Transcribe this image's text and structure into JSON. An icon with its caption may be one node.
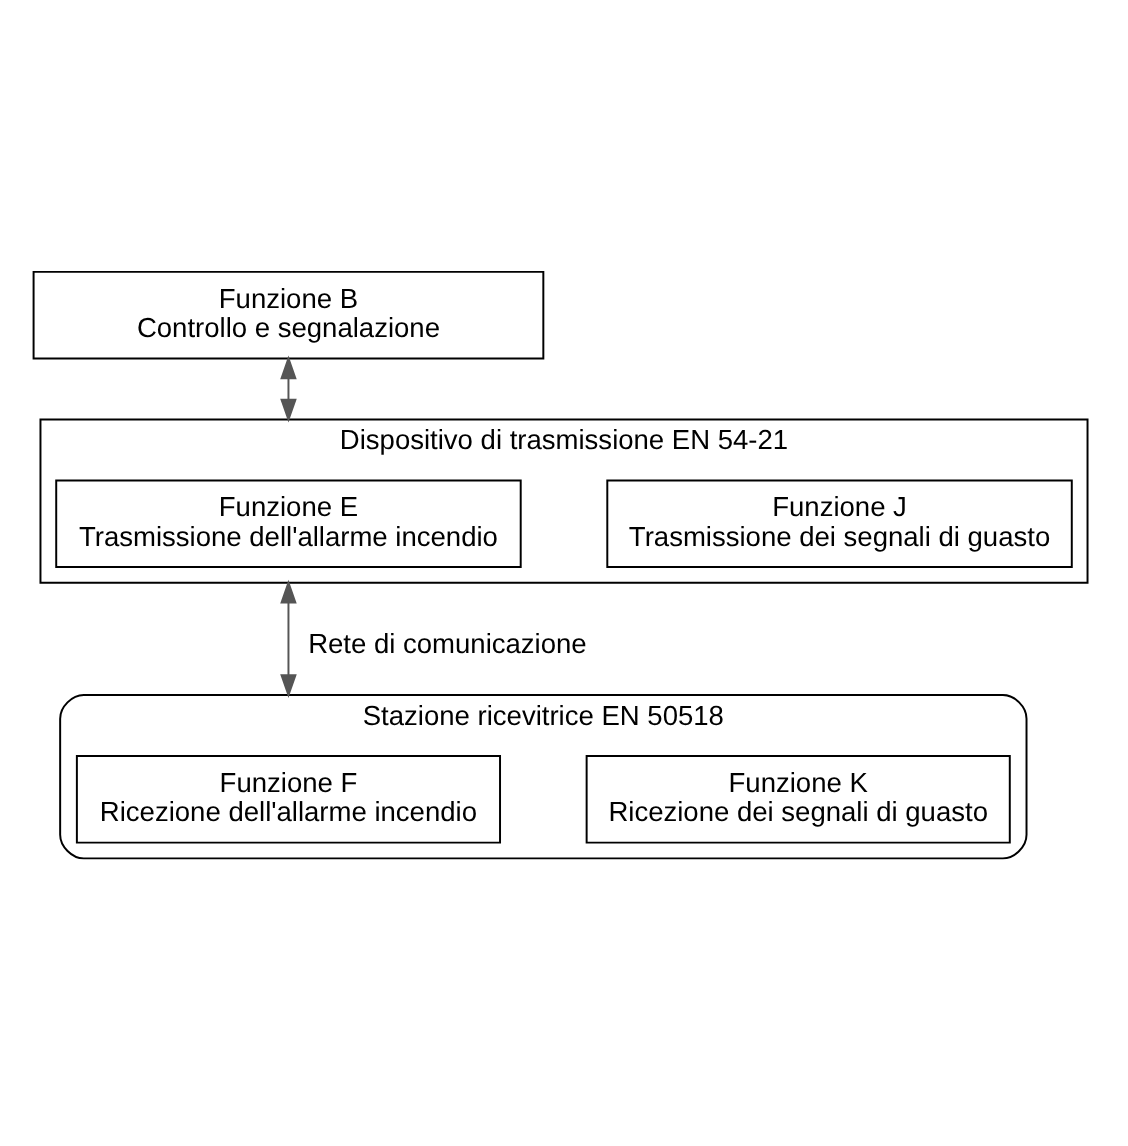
{
  "diagram": {
    "nodes": [
      {
        "text": [
          "Funzione B",
          "Controllo e segnalazione"
        ]
      },
      {
        "text": [
          "Dispositivo di trasmissione EN 54-21"
        ]
      },
      {
        "text": [
          "Funzione E",
          "Trasmissione dell'allarme incendio"
        ],
        "in": 1
      },
      {
        "text": [
          "Funzione J",
          "Trasmissione dei segnali di guasto"
        ],
        "in": 1
      },
      {
        "text": [
          "Stazione ricevitrice EN 50518"
        ]
      },
      {
        "text": [
          "Funzione F",
          "Ricezione dell'allarme incendio"
        ],
        "in": 4
      },
      {
        "text": [
          "Funzione K",
          "Ricezione dei segnali di guasto"
        ],
        "in": 4
      }
    ],
    "edges": [
      {
        "from": 0,
        "to": 1,
        "arrow": "both"
      },
      {
        "from": 1,
        "to": 4,
        "arrow": "both",
        "label": "Rete di comunicazione"
      }
    ]
  }
}
